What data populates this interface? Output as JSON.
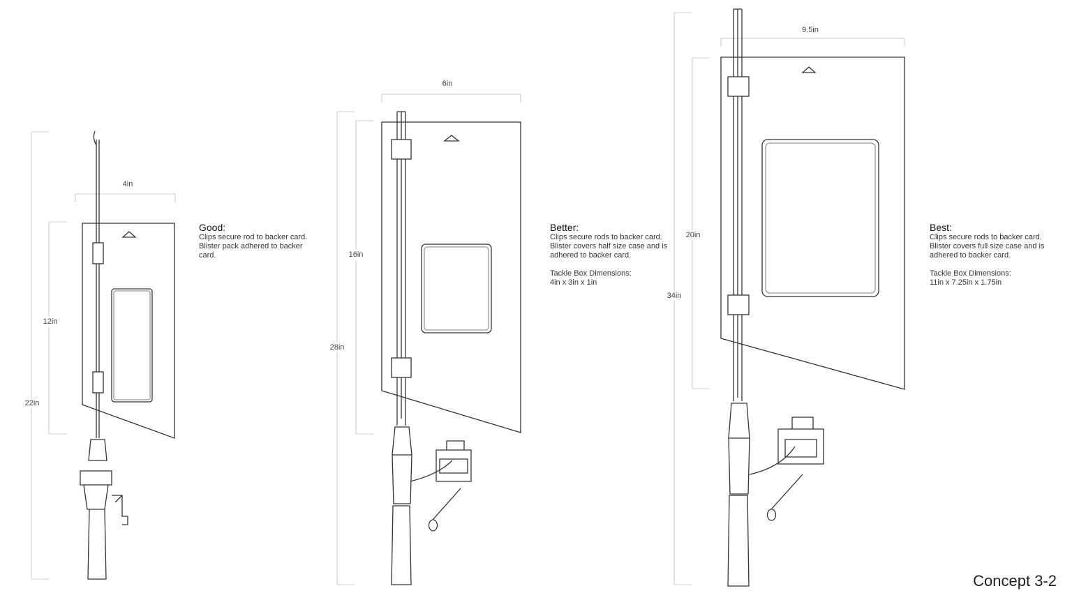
{
  "concepts": [
    {
      "title": "Good:",
      "description": "Clips secure rod to backer card. Blister pack adhered to backer card.",
      "overall_length": "22in",
      "card_height": "12in",
      "card_width": "4in"
    },
    {
      "title": "Better:",
      "description": "Clips secure rods to backer card. Blister covers half size case and is adhered to backer card.",
      "tackle_label": "Tackle Box Dimensions:",
      "tackle_dims": "4in x 3in x 1in",
      "overall_length": "28in",
      "card_height": "16in",
      "card_width": "6in"
    },
    {
      "title": "Best:",
      "description": "Clips secure rods to backer card. Blister covers full size case and is adhered to backer card.",
      "tackle_label": "Tackle Box Dimensions:",
      "tackle_dims": "11in x 7.25in x 1.75in",
      "overall_length": "34in",
      "card_height": "20in",
      "card_width": "9.5in"
    }
  ],
  "footer": {
    "concept_label": "Concept 3-2"
  }
}
